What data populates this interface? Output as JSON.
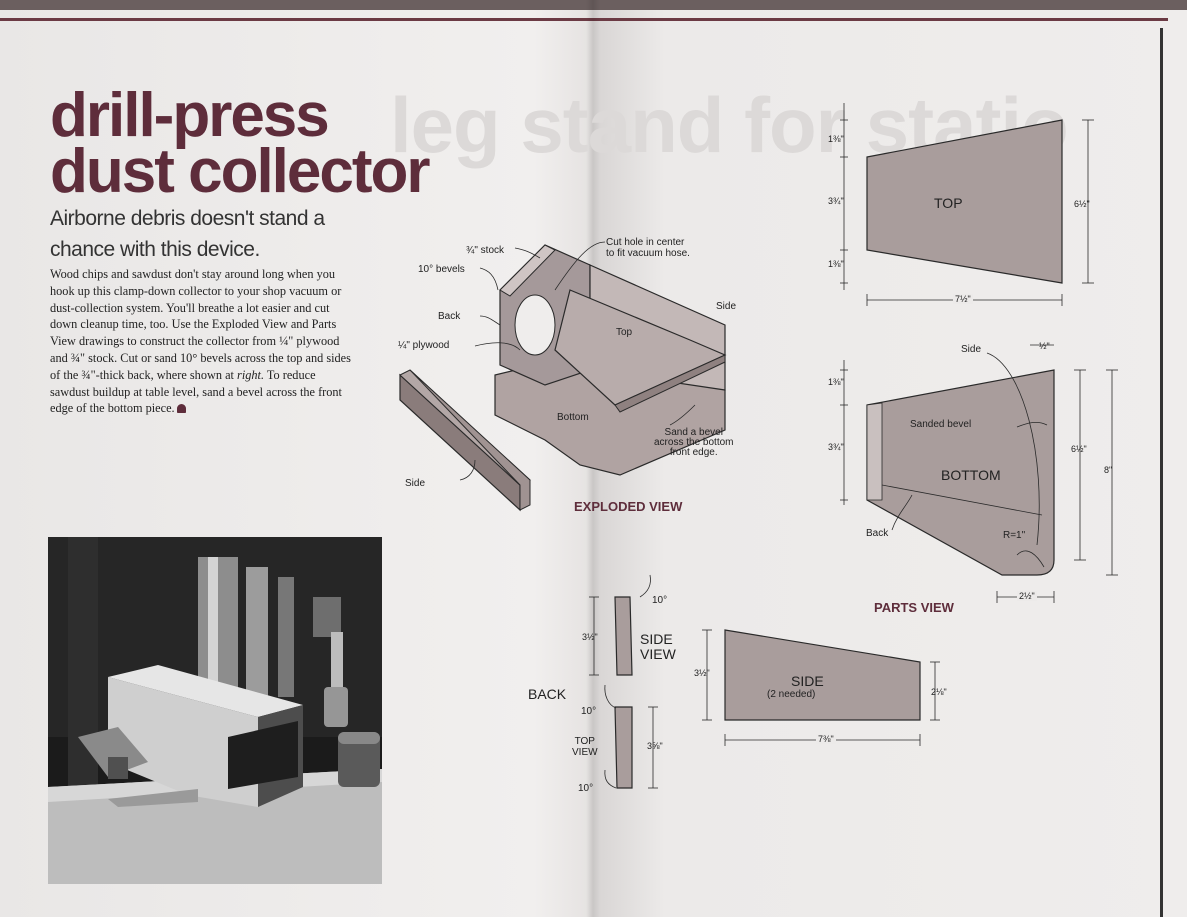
{
  "article": {
    "title_line1": "drill-press",
    "title_line2": "dust collector",
    "subtitle": "Airborne debris doesn't stand a chance with this device.",
    "body_part1": "Wood chips and sawdust don't stay around long when you hook up this clamp-down collector to your shop vacuum or dust-collection system. You'll breathe a lot easier and cut down cleanup time, too. Use the Exploded View and Parts View drawings to construct the collector from ¼\" plywood and ¾\" stock. Cut or sand 10° bevels across the top and sides of the ¾\"-thick back, where shown at ",
    "body_italic": "right.",
    "body_part2": " To reduce sawdust buildup at table level, sand a bevel across the front edge of the bottom piece."
  },
  "bleed_text": "leg stand for statio",
  "exploded_view": {
    "heading": "EXPLODED VIEW",
    "labels": {
      "stock": "¾\" stock",
      "bevels": "10° bevels",
      "back": "Back",
      "plywood": "¼\" plywood",
      "side_left": "Side",
      "side_right": "Side",
      "top": "Top",
      "bottom": "Bottom",
      "cut_hole_1": "Cut hole in center",
      "cut_hole_2": "to fit vacuum hose.",
      "sand_1": "Sand a bevel",
      "sand_2": "across the bottom",
      "sand_3": "front edge."
    }
  },
  "parts_view": {
    "heading": "PARTS VIEW",
    "top_piece": {
      "label": "TOP",
      "dim_upper": "1⅜\"",
      "dim_mid": "3¾\"",
      "dim_lower": "1⅜\"",
      "width": "7½\"",
      "height": "6½\""
    },
    "bottom_piece": {
      "label": "BOTTOM",
      "side": "Side",
      "back": "Back",
      "sanded": "Sanded bevel",
      "radius": "R=1\"",
      "dim_upper": "1⅜\"",
      "dim_mid": "3¾\"",
      "dim_top": "½\"",
      "height_inner": "6½\"",
      "height_outer": "8\"",
      "corner": "2½\""
    },
    "side_piece": {
      "label": "SIDE",
      "sublabel": "(2 needed)",
      "left_height": "3½\"",
      "right_height": "2⅛\"",
      "width": "7⅜\""
    },
    "back_piece": {
      "label": "BACK",
      "side_view": "SIDE VIEW",
      "side_view_1": "SIDE",
      "side_view_2": "VIEW",
      "top_view_1": "TOP",
      "top_view_2": "VIEW",
      "dim_side": "3½\"",
      "dim_top": "3⅝\"",
      "angle_a": "10°",
      "angle_b": "10°",
      "angle_c": "10°"
    }
  },
  "colors": {
    "title": "#5e2d3b",
    "wood": "#a79a99",
    "wood_dark": "#8f8180",
    "line": "#2a2a2a"
  }
}
